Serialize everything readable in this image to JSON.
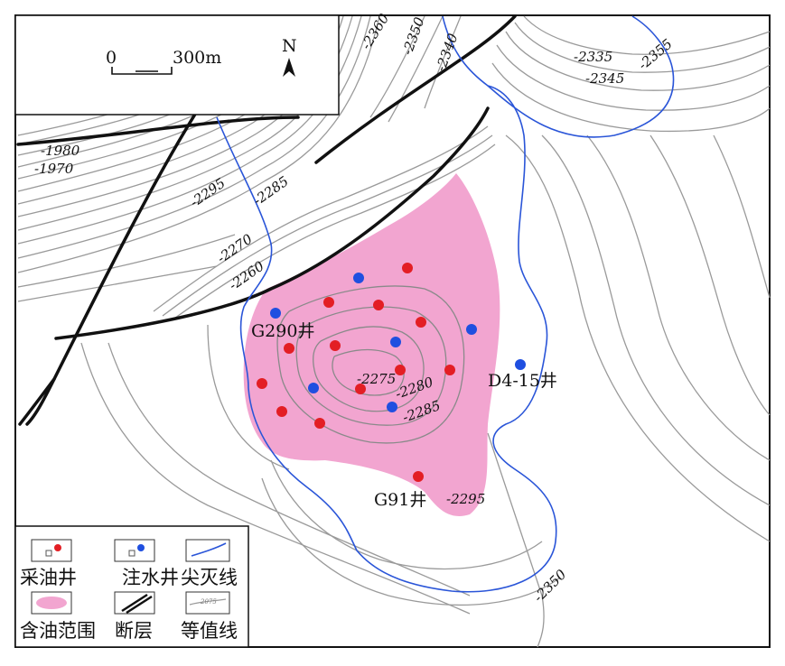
{
  "scale_bar": {
    "zero": "0",
    "distance": "300m"
  },
  "north_arrow": {
    "label": "N"
  },
  "contour_labels": [
    "-2360",
    "-2350",
    "-2340",
    "-2335",
    "-2345",
    "-2355",
    "-1980",
    "-1970",
    "-2295",
    "-2285",
    "-2270",
    "-2260",
    "-2275",
    "-2280",
    "-2285",
    "-2295",
    "-2350"
  ],
  "wells": {
    "g290": "G290井",
    "d415": "D4-15井",
    "g91": "G91井"
  },
  "legend": {
    "oil_well": "采油井",
    "water_well": "注水井",
    "pinchout": "尖灭线",
    "oil_area": "含油范围",
    "fault": "断层",
    "contour": "等值线",
    "contour_sample": "2075"
  },
  "colors": {
    "oil_well": "#e31e24",
    "water_well": "#1f4fe0",
    "oil_area": "#f2a5d0",
    "pinchout": "#2a55d8",
    "fault": "#111111",
    "contour": "#9a9a9a"
  }
}
